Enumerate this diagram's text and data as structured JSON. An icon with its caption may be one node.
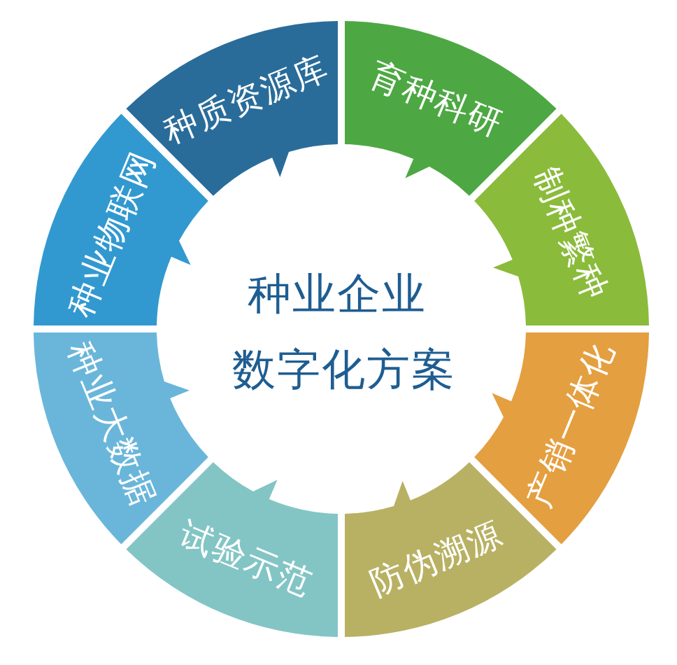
{
  "diagram": {
    "nodes": [
      {
        "text": [
          "种质资源库"
        ]
      },
      {
        "text": [
          "育种科研"
        ]
      },
      {
        "text": [
          "制种繁种"
        ]
      },
      {
        "text": [
          "产销一体化"
        ]
      },
      {
        "text": [
          "防伪溯源"
        ]
      },
      {
        "text": [
          "试验示范"
        ]
      },
      {
        "text": [
          "种业大数据"
        ]
      },
      {
        "text": [
          "种业物联网"
        ]
      }
    ],
    "labels": [
      "种业企业",
      "数字化方案"
    ]
  }
}
